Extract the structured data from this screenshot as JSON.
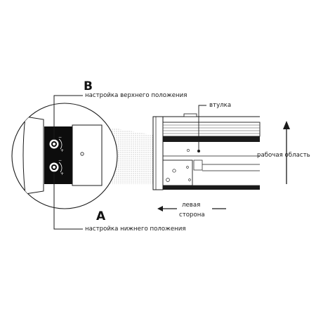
{
  "labels": {
    "marker_b": "B",
    "marker_a": "A",
    "upper_adjust": "настройка верхнего положения",
    "lower_adjust": "настройка нижнего положения",
    "bushing": "втулка",
    "left_side_line1": "левая",
    "left_side_line2": "сторона",
    "work_area": "рабочая область"
  },
  "knob_marks": {
    "upper_minus": "−",
    "upper_plus": "+",
    "lower_minus": "−",
    "lower_plus": "+"
  },
  "colors": {
    "line": "#1a1a1a",
    "block": "#0d0d0d",
    "hatch": "#444444"
  }
}
